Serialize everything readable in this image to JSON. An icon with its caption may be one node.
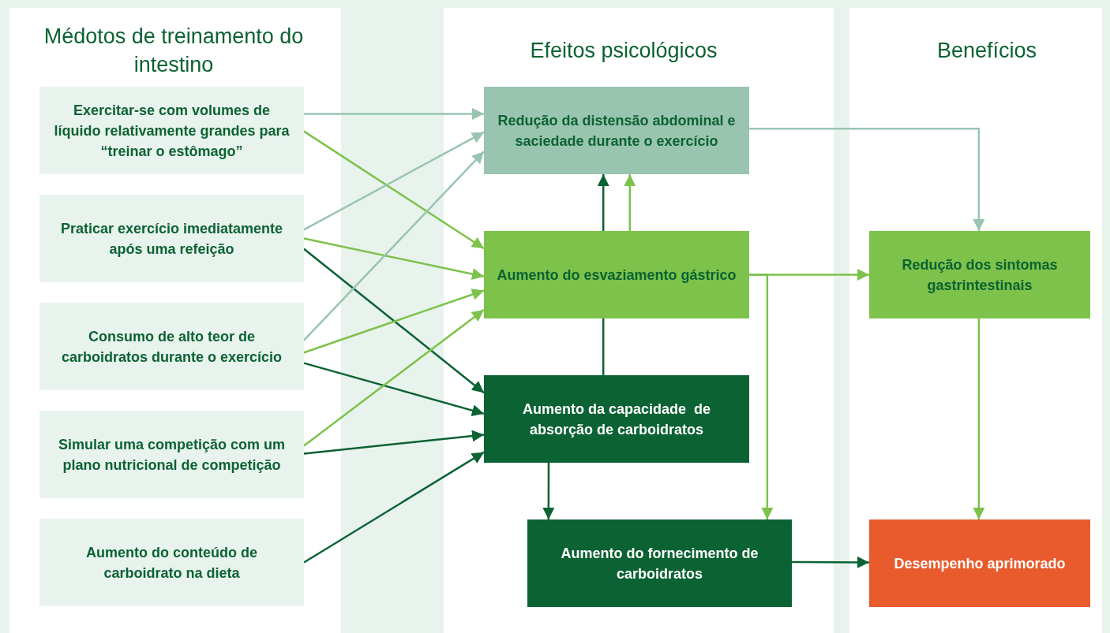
{
  "diagram": {
    "nodes": [
      {
        "text": [
          "Exercitar-se com volumes de líquido relativamente grandes para “treinar o estômago”"
        ]
      },
      {
        "text": [
          "Praticar exercício imediatamente após uma refeição"
        ]
      },
      {
        "text": [
          "Consumo de alto teor de carboidratos durante o exercício"
        ]
      },
      {
        "text": [
          "Simular uma competição com um plano nutricional de competição"
        ]
      },
      {
        "text": [
          "Aumento do conteúdo de carboidrato na dieta"
        ]
      },
      {
        "text": [
          "Redução da distensão abdominal e saciedade durante o exercício"
        ]
      },
      {
        "text": [
          "Aumento do esvaziamento gástrico"
        ]
      },
      {
        "text": [
          "Aumento da capacidade  de absorção de carboidratos"
        ]
      },
      {
        "text": [
          "Aumento do fornecimento de carboidratos"
        ]
      },
      {
        "text": [
          "Redução dos sintomas gastrintestinais"
        ]
      },
      {
        "text": [
          "Desempenho aprimorado"
        ]
      }
    ],
    "edges": [
      {
        "from": 0,
        "to": 5,
        "arrow": "to",
        "color": "#99c4b0"
      },
      {
        "from": 0,
        "to": 6,
        "arrow": "to"
      },
      {
        "from": 1,
        "to": 5,
        "arrow": "to",
        "color": "#99c4b0"
      },
      {
        "from": 1,
        "to": 6,
        "arrow": "to"
      },
      {
        "from": 1,
        "to": 7,
        "arrow": "to",
        "color": "#0b6232"
      },
      {
        "from": 2,
        "to": 5,
        "arrow": "to",
        "color": "#99c4b0"
      },
      {
        "from": 2,
        "to": 6,
        "arrow": "to"
      },
      {
        "from": 2,
        "to": 7,
        "arrow": "to",
        "color": "#0b6232"
      },
      {
        "from": 3,
        "to": 6,
        "arrow": "to"
      },
      {
        "from": 3,
        "to": 7,
        "arrow": "to",
        "color": "#0b6232"
      },
      {
        "from": 4,
        "to": 7,
        "arrow": "to",
        "color": "#0b6232"
      },
      {
        "from": 7,
        "to": 6,
        "arrow": "none",
        "color": "#0b6232"
      },
      {
        "from": 6,
        "to": 5,
        "arrow": "to",
        "color": "#0b6232"
      },
      {
        "from": 6,
        "to": 5,
        "arrow": "to"
      },
      {
        "from": 5,
        "to": 9,
        "arrow": "to",
        "color": "#99c4b0"
      },
      {
        "from": 6,
        "to": 9,
        "arrow": "to"
      },
      {
        "from": 6,
        "to": 8,
        "arrow": "to"
      },
      {
        "from": 7,
        "to": 8,
        "arrow": "to",
        "color": "#0b6232"
      },
      {
        "from": 9,
        "to": 10,
        "arrow": "to"
      },
      {
        "from": 8,
        "to": 10,
        "arrow": "to",
        "color": "#0b6232"
      }
    ],
    "labels": [
      "Médotos de treinamento do intestino",
      "Efeitos psicológicos",
      "Benefícios"
    ]
  }
}
